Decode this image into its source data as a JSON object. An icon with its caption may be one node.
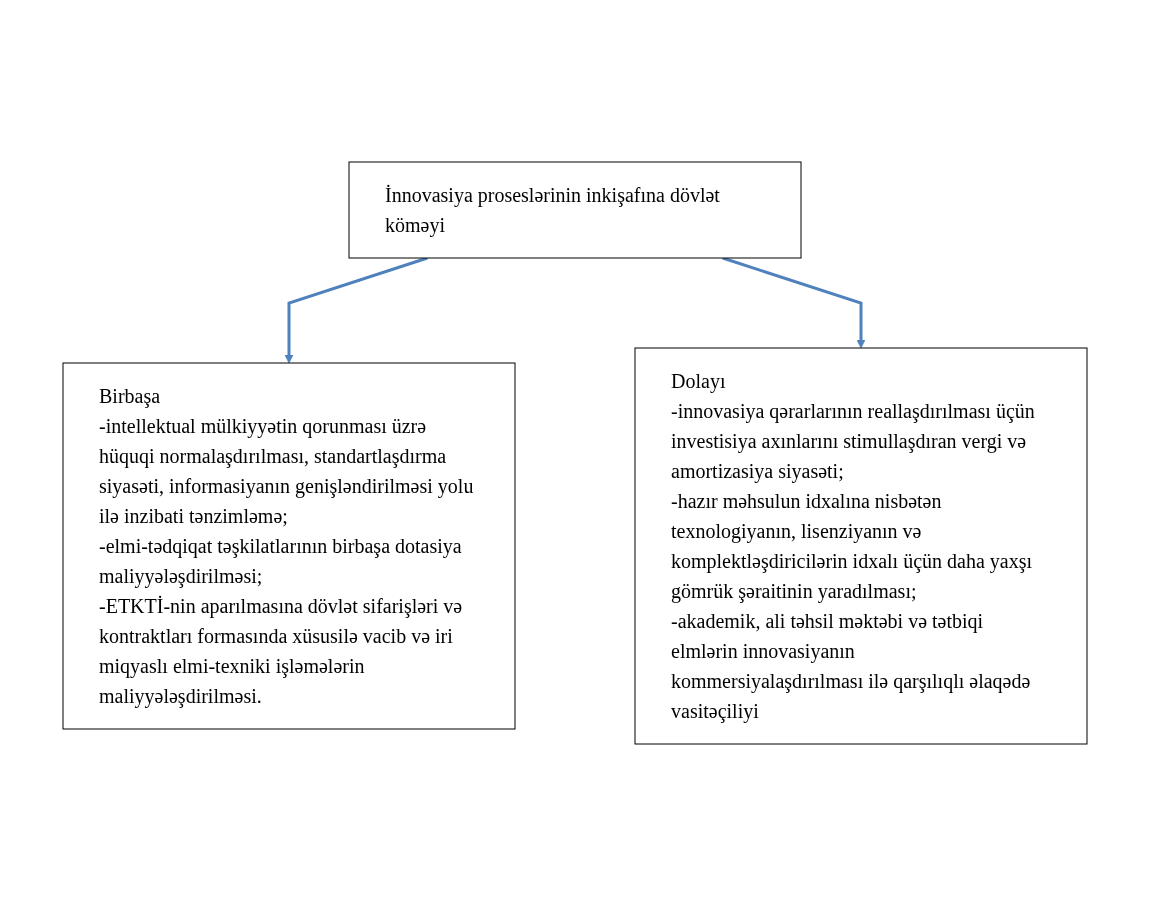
{
  "diagram": {
    "nodes": [
      {
        "text": [
          "İnnovasiya proseslərinin inkişafına dövlət köməyi"
        ]
      },
      {
        "text": [
          "Birbaşa",
          "-intellektual mülkiyyətin qorunması üzrə hüquqi normalaşdırılması, standartlaşdırma siyasəti, informasiyanın genişləndirilməsi yolu ilə inzibati tənzimləmə;",
          "-elmi-tədqiqat təşkilatlarının birbaşa dotasiya maliyyələşdirilməsi;",
          "-ETKTİ-nin aparılmasına dövlət sifarişləri və kontraktları formasında xüsusilə vacib və iri miqyaslı elmi-texniki işləmələrin maliyyələşdirilməsi."
        ]
      },
      {
        "text": [
          "Dolayı",
          "-innovasiya qərarlarının reallaşdırılması üçün investisiya axınlarını stimullaşdıran vergi və amortizasiya siyasəti;",
          "-hazır məhsulun idxalına nisbətən texnologiyanın, lisenziyanın və komplektləşdiricilərin idxalı üçün daha yaxşı gömrük şəraitinin yaradılması;",
          "-akademik, ali təhsil məktəbi və tətbiqi elmlərin innovasiyanın kommersiyalaşdırılması ilə qarşılıqlı əlaqədə vasitəçiliyi"
        ]
      }
    ],
    "edges": [
      {
        "from": 0,
        "to": 1,
        "arrow": "to"
      },
      {
        "from": 0,
        "to": 2,
        "arrow": "to"
      }
    ]
  }
}
